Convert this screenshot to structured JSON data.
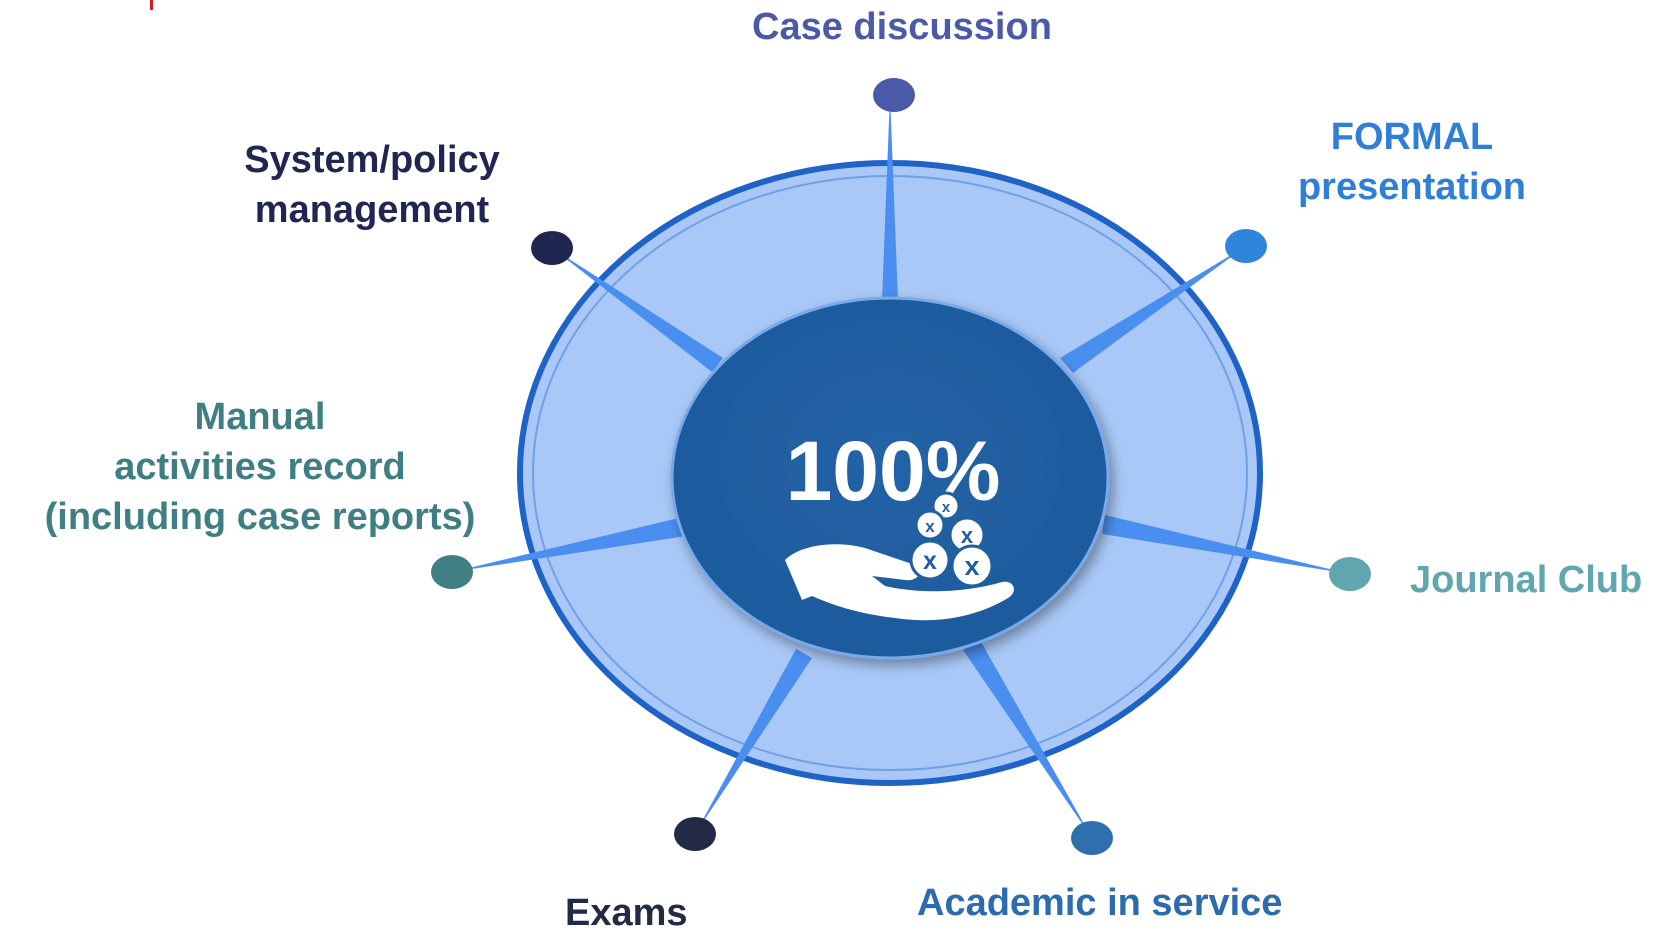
{
  "center": {
    "value": "100%"
  },
  "labels": {
    "case": "Case discussion",
    "formal_line1": "FORMAL",
    "formal_line2": "presentation",
    "system_line1": "System/policy",
    "system_line2": "management",
    "manual_line1": "Manual",
    "manual_line2": "activities record",
    "manual_line3": "(including case reports)",
    "journal": "Journal Club",
    "exams": "Exams",
    "academic": "Academic in service"
  },
  "icons": {
    "center": "hand-with-coins-icon"
  },
  "colors": {
    "ring_fill": "#a9c8f7",
    "ring_border": "#1f63c6",
    "center_fill": "#2060a0",
    "spoke": "#4a8ff0",
    "dot_case": "#4a5aa8",
    "dot_formal": "#2f84dc",
    "dot_system": "#1f2652",
    "dot_manual": "#3f7f83",
    "dot_journal": "#5fa6ae",
    "dot_exams": "#232a45",
    "dot_academic": "#2e6fae"
  }
}
